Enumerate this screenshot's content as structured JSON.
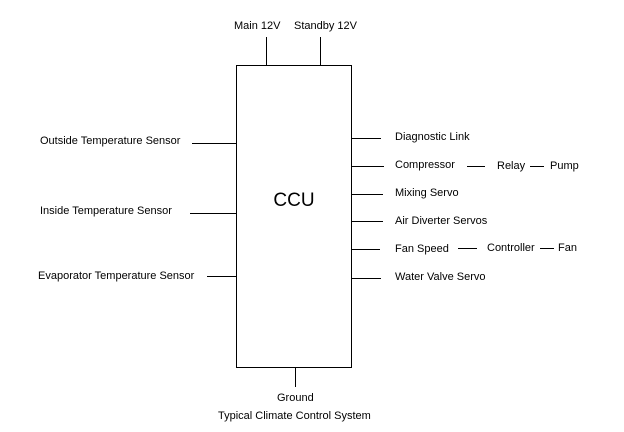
{
  "diagram": {
    "title": "Typical Climate Control System",
    "central_unit": "CCU",
    "power_inputs": [
      {
        "label": "Main 12V"
      },
      {
        "label": "Standby 12V"
      }
    ],
    "ground": {
      "label": "Ground"
    },
    "sensor_inputs": [
      {
        "label": "Outside Temperature Sensor"
      },
      {
        "label": "Inside Temperature Sensor"
      },
      {
        "label": "Evaporator Temperature Sensor"
      }
    ],
    "outputs": [
      {
        "label": "Diagnostic Link"
      },
      {
        "label": "Compressor",
        "chain": [
          "Relay",
          "Pump"
        ]
      },
      {
        "label": "Mixing Servo"
      },
      {
        "label": "Air Diverter Servos"
      },
      {
        "label": "Fan Speed",
        "chain": [
          "Controller",
          "Fan"
        ]
      },
      {
        "label": "Water Valve Servo"
      }
    ]
  }
}
